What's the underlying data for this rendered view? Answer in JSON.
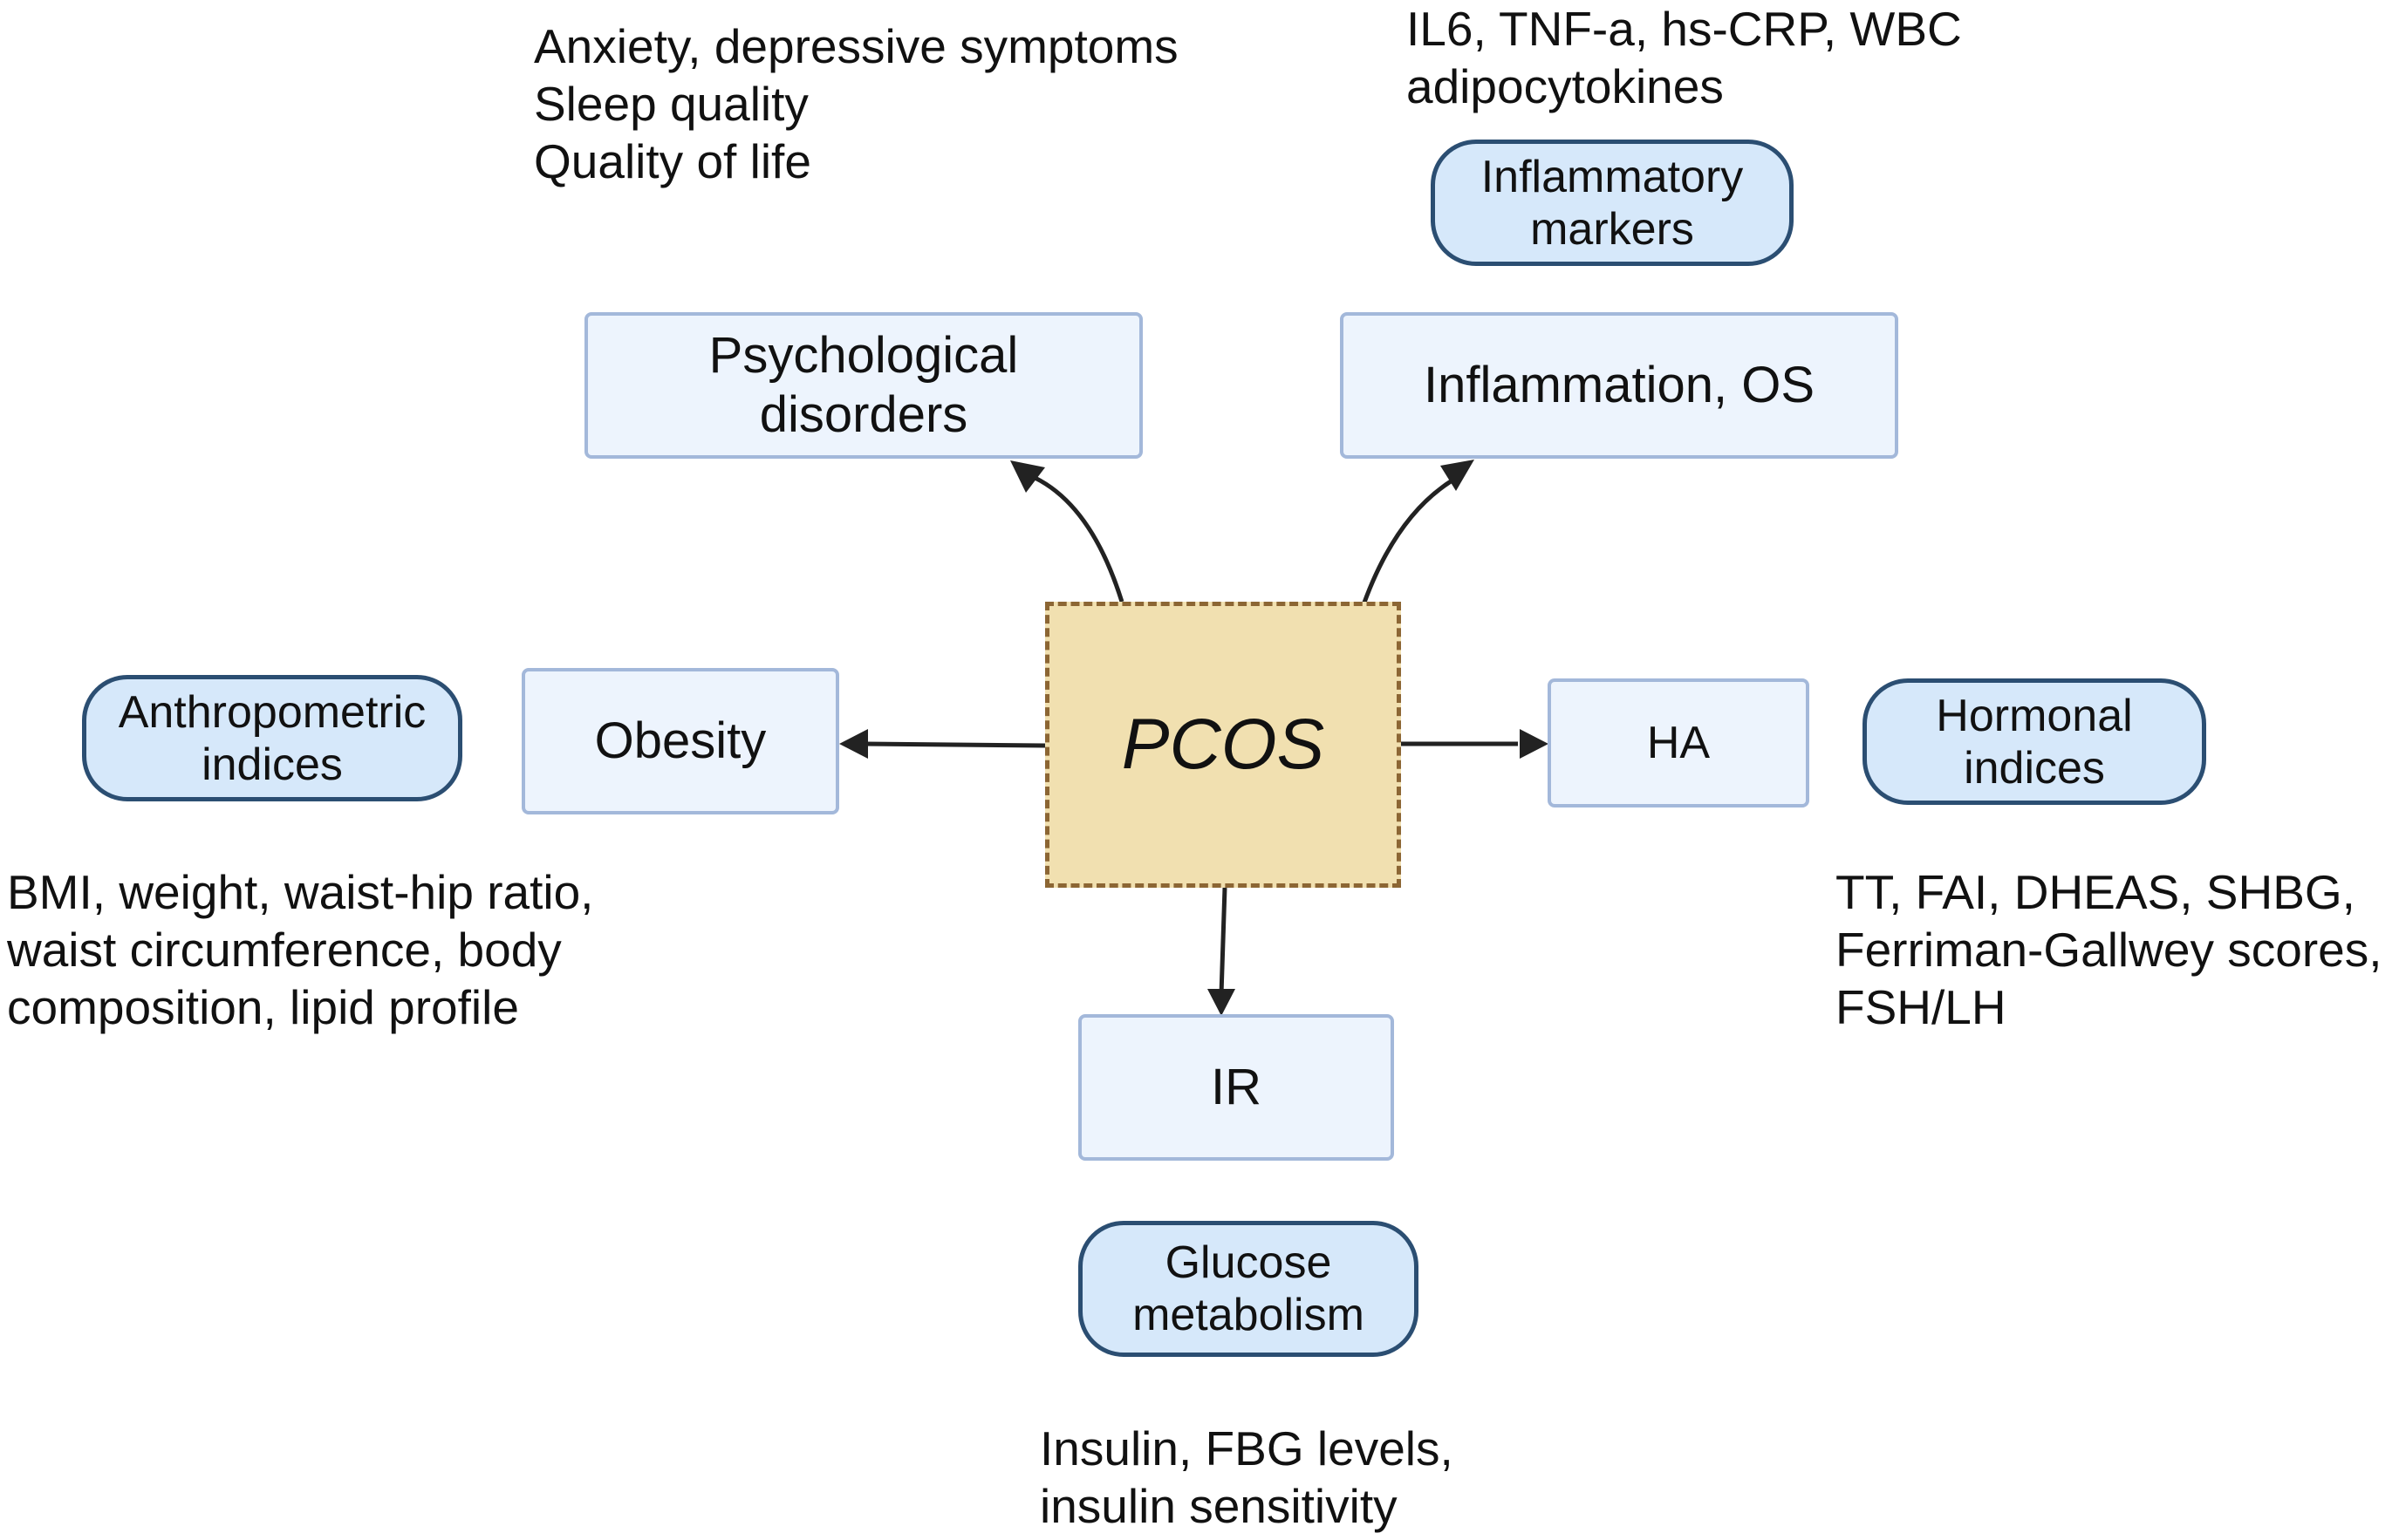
{
  "center": {
    "label": "PCOS"
  },
  "categories": {
    "psychological": "Psychological disorders",
    "inflammation": "Inflammation, OS",
    "obesity": "Obesity",
    "ha": "HA",
    "ir": "IR"
  },
  "index_groups": {
    "inflammatory_markers": [
      "Inflammatory",
      "markers"
    ],
    "anthropometric_indices": [
      "Anthropometric",
      "indices"
    ],
    "hormonal_indices": [
      "Hormonal",
      "indices"
    ],
    "glucose_metabolism": [
      "Glucose",
      "metabolism"
    ]
  },
  "details": {
    "psychological": [
      "Anxiety, depressive symptoms",
      "Sleep quality",
      "Quality of life"
    ],
    "inflammatory": [
      "IL6, TNF-a, hs-CRP, WBC",
      "adipocytokines"
    ],
    "anthropometric": [
      "BMI, weight, waist-hip ratio,",
      "waist circumference, body",
      "composition, lipid profile"
    ],
    "hormonal": [
      "TT, FAI, DHEAS, SHBG,",
      "Ferriman-Gallwey scores,",
      "FSH/LH"
    ],
    "glucose": [
      "Insulin, FBG levels,",
      "insulin sensitivity"
    ]
  },
  "colors": {
    "center_fill": "#f1e0b0",
    "center_border": "#8c6634",
    "box_fill": "#edf4fd",
    "box_border": "#a3b8da",
    "pill_fill": "#d6e8fa",
    "pill_border": "#2b4e72",
    "arrow": "#222222"
  }
}
